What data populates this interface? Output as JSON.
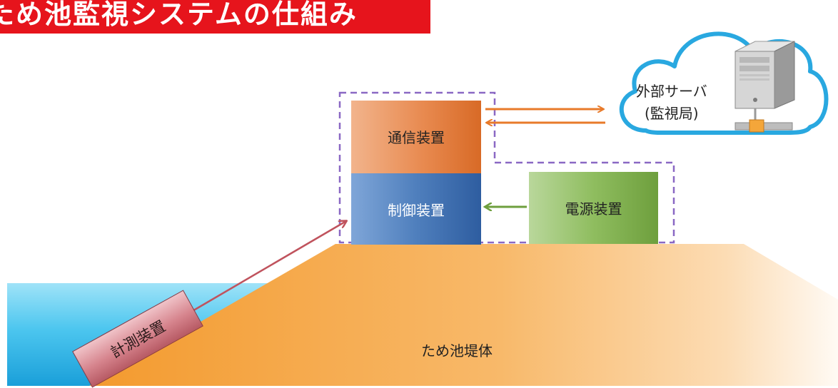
{
  "title": "ため池監視システムの仕組み",
  "components": {
    "communication": "通信装置",
    "control": "制御装置",
    "power": "電源装置",
    "measurement": "計測装置",
    "dam_body": "ため池堤体"
  },
  "server": {
    "line1": "外部サーバ",
    "line2": "(監視局)"
  },
  "colors": {
    "title_bg": "#e6141c",
    "communication": "#e88a50",
    "control": "#4f7fbd",
    "power": "#8fbd5f",
    "measurement": "#d6848d",
    "cloud_outline": "#29a8e0",
    "dashed_border": "#8a68c4",
    "dam": "#f6a443",
    "water": "#4cc6ef"
  },
  "icons": [
    "cloud-icon",
    "server-icon",
    "network-node-icon"
  ]
}
